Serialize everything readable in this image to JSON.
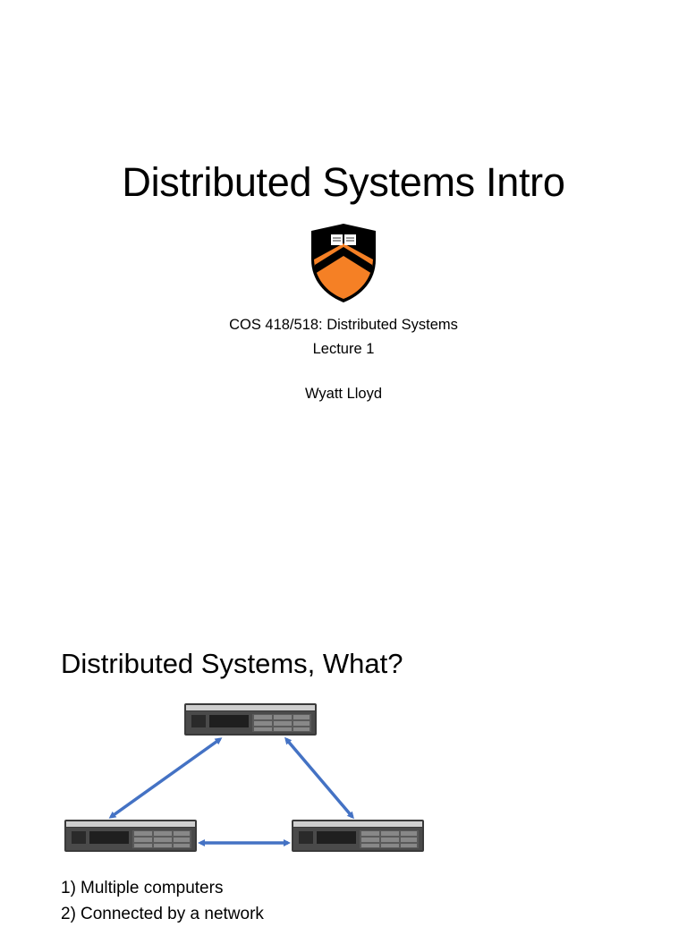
{
  "slide1": {
    "title": "Distributed Systems Intro",
    "course": "COS 418/518: Distributed Systems",
    "lecture": "Lecture 1",
    "author": "Wyatt Lloyd",
    "logo": "princeton-shield-icon",
    "colors": {
      "orange": "#f58025",
      "black": "#000000"
    }
  },
  "slide2": {
    "title": "Distributed Systems, What?",
    "diagram": {
      "nodes": [
        "server-top",
        "server-left",
        "server-right"
      ],
      "arrow_color": "#4472c4"
    },
    "list": [
      {
        "num": "1)",
        "text": "Multiple computers"
      },
      {
        "num": "2)",
        "text": "Connected by a network"
      }
    ]
  }
}
